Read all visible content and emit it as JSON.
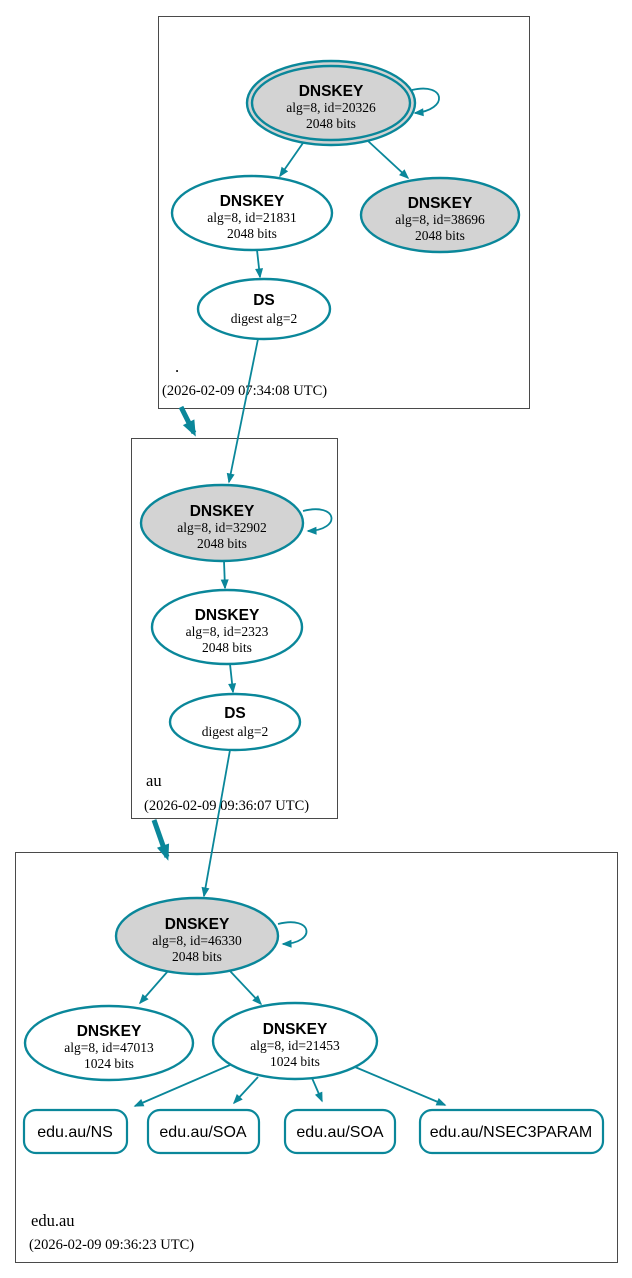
{
  "colors": {
    "edge": "#0a879a",
    "ksk-fill": "#d3d3d3",
    "node-fill": "#ffffff",
    "zone-border": "#4a4a4a",
    "text": "#000000",
    "background": "#ffffff"
  },
  "zones": [
    {
      "name": ".",
      "timestamp": "(2026-02-09 07:34:08 UTC)",
      "nodes": [
        {
          "title": "DNSKEY",
          "detail1": "alg=8, id=20326",
          "detail2": "2048 bits"
        },
        {
          "title": "DNSKEY",
          "detail1": "alg=8, id=21831",
          "detail2": "2048 bits"
        },
        {
          "title": "DNSKEY",
          "detail1": "alg=8, id=38696",
          "detail2": "2048 bits"
        },
        {
          "title": "DS",
          "detail1": "digest alg=2"
        }
      ]
    },
    {
      "name": "au",
      "timestamp": "(2026-02-09 09:36:07 UTC)",
      "nodes": [
        {
          "title": "DNSKEY",
          "detail1": "alg=8, id=32902",
          "detail2": "2048 bits"
        },
        {
          "title": "DNSKEY",
          "detail1": "alg=8, id=2323",
          "detail2": "2048 bits"
        },
        {
          "title": "DS",
          "detail1": "digest alg=2"
        }
      ]
    },
    {
      "name": "edu.au",
      "timestamp": "(2026-02-09 09:36:23 UTC)",
      "nodes": [
        {
          "title": "DNSKEY",
          "detail1": "alg=8, id=46330",
          "detail2": "2048 bits"
        },
        {
          "title": "DNSKEY",
          "detail1": "alg=8, id=47013",
          "detail2": "1024 bits"
        },
        {
          "title": "DNSKEY",
          "detail1": "alg=8, id=21453",
          "detail2": "1024 bits"
        }
      ],
      "rrsets": [
        {
          "label": "edu.au/NS"
        },
        {
          "label": "edu.au/SOA"
        },
        {
          "label": "edu.au/SOA"
        },
        {
          "label": "edu.au/NSEC3PARAM"
        }
      ]
    }
  ]
}
